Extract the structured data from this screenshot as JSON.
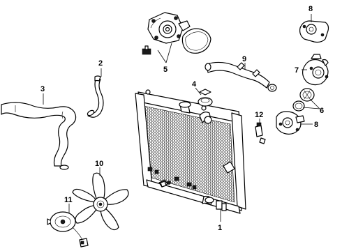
{
  "callouts": {
    "c1": "1",
    "c2": "2",
    "c3": "3",
    "c4": "4",
    "c5": "5",
    "c6": "6",
    "c7": "7",
    "c8a": "8",
    "c8b": "8",
    "c9": "9",
    "c10": "10",
    "c11": "11",
    "c12": "12"
  }
}
